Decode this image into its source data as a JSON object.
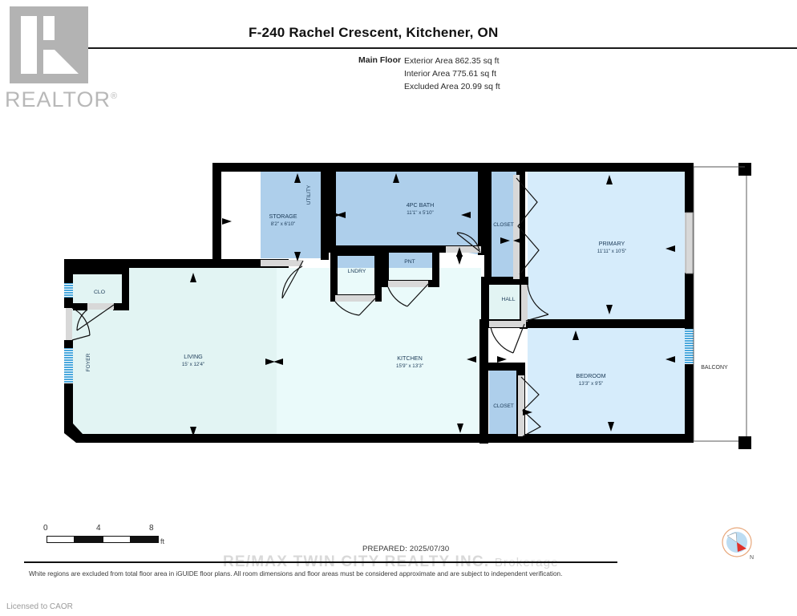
{
  "logo": {
    "wordmark": "REALTOR",
    "registered": "®"
  },
  "header": {
    "title": "F-240 Rachel Crescent, Kitchener, ON",
    "floor_label": "Main Floor",
    "areas": [
      "Exterior Area 862.35 sq ft",
      "Interior Area 775.61 sq ft",
      "Excluded Area 20.99 sq ft"
    ]
  },
  "footer": {
    "scale": {
      "ticks": [
        "0",
        "4",
        "8"
      ],
      "unit": "ft"
    },
    "prepared": "PREPARED: 2025/07/30",
    "disclaimer": "White regions are excluded from total floor area in iGUIDE floor plans. All room dimensions and floor areas must be considered approximate and are subject to independent verification.",
    "licensed": "Licensed to CAOR",
    "watermark": "RE/MAX TWIN CITY REALTY INC.",
    "watermark_suffix": "Brokerage",
    "compass_label": "N"
  },
  "colors": {
    "wall": "#000000",
    "room_blue": "#cfe8fb",
    "room_blue_dark": "#aecfeb",
    "room_mint": "#e2f4f3",
    "room_mint_pale": "#eaf8f8",
    "excluded_white": "#ffffff",
    "window_blue": "#4aa8dd",
    "door_gray": "#d8d8d8",
    "text": "#1b3a57"
  },
  "plan": {
    "rooms": [
      {
        "name": "STORAGE",
        "dim": "8'2\" x 6'10\""
      },
      {
        "name": "UTILITY",
        "dim": ""
      },
      {
        "name": "4PC BATH",
        "dim": "11'1\" x 5'10\""
      },
      {
        "name": "CLOSET",
        "dim": ""
      },
      {
        "name": "PRIMARY",
        "dim": "11'11\" x 10'5\""
      },
      {
        "name": "LNDRY",
        "dim": ""
      },
      {
        "name": "PNT",
        "dim": ""
      },
      {
        "name": "HALL",
        "dim": ""
      },
      {
        "name": "CLO",
        "dim": ""
      },
      {
        "name": "FOYER",
        "dim": ""
      },
      {
        "name": "LIVING",
        "dim": "15' x 12'4\""
      },
      {
        "name": "KITCHEN",
        "dim": "15'9\" x 13'3\""
      },
      {
        "name": "BEDROOM",
        "dim": "13'3\" x 9'5\""
      },
      {
        "name": "CLOSET",
        "dim": ""
      },
      {
        "name": "BALCONY",
        "dim": ""
      }
    ]
  }
}
